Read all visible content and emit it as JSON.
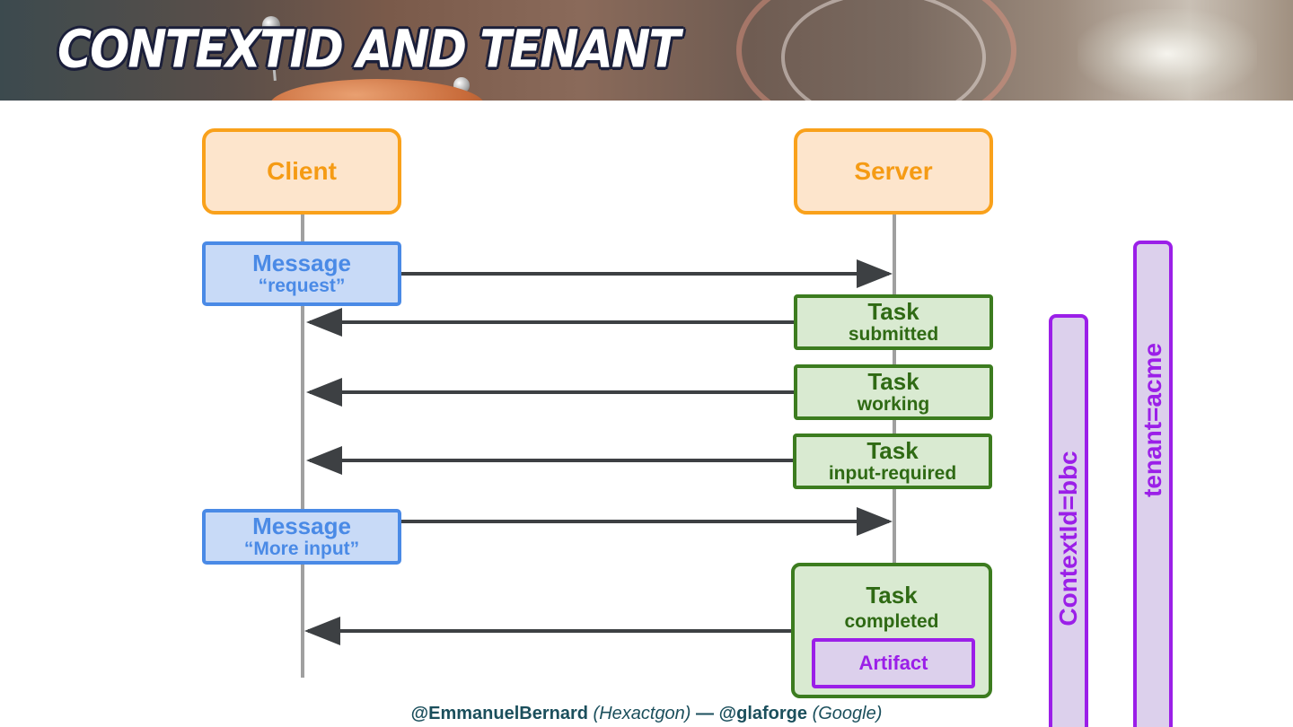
{
  "title": "ContextId and Tenant",
  "participants": {
    "client": "Client",
    "server": "Server"
  },
  "messages": [
    {
      "line1": "Message",
      "line2": "“request”"
    },
    {
      "line1": "Message",
      "line2": "“More input”"
    }
  ],
  "tasks": [
    {
      "line1": "Task",
      "line2": "submitted"
    },
    {
      "line1": "Task",
      "line2": "working"
    },
    {
      "line1": "Task",
      "line2": "input-required"
    },
    {
      "line1": "Task",
      "line2": "completed"
    }
  ],
  "artifact": "Artifact",
  "scopes": {
    "context": "ContextId=bbc",
    "tenant": "tenant=acme"
  },
  "footer": {
    "author1": "@EmmanuelBernard",
    "org1": "(Hexactgon)",
    "separator": "—",
    "author2": "@glaforge",
    "org2": "(Google)"
  },
  "colors": {
    "participant": "#f9a11b",
    "message": "#4a8ae6",
    "task": "#3c7c1f",
    "scope": "#9b1fe8",
    "arrow": "#3d4043",
    "lifeline": "#a0a0a0"
  }
}
